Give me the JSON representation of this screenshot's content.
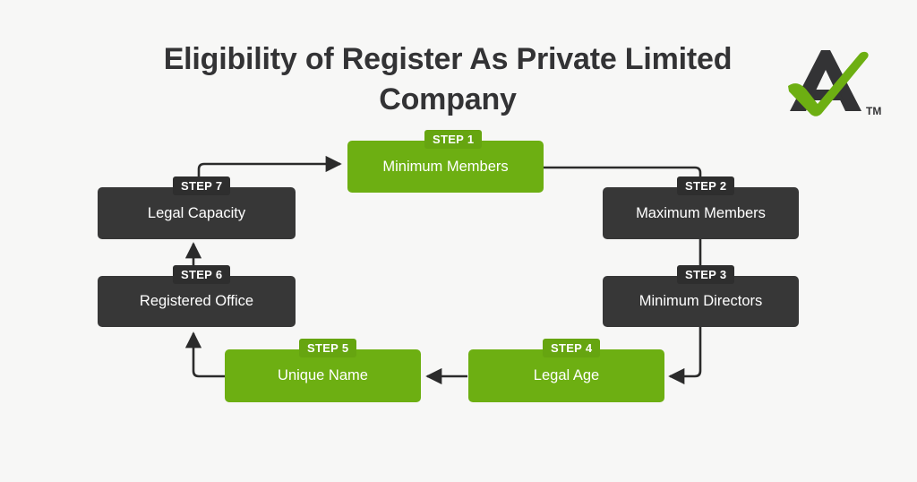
{
  "page": {
    "background_color": "#f7f7f6",
    "title_line1": "Eligibility of Register As Private Limited",
    "title_line2": "Company",
    "title_color": "#333335"
  },
  "logo": {
    "name": "brand-logo",
    "trademark": "TM",
    "dark_color": "#333335",
    "green_color": "#6daf12"
  },
  "palette": {
    "green": "#6daf12",
    "green_badge": "#66a510",
    "dark": "#373737",
    "dark_badge": "#2e2e2e",
    "line": "#2b2b2b"
  },
  "flowchart": {
    "type": "cycle",
    "steps": [
      {
        "id": 1,
        "badge": "STEP 1",
        "label": "Minimum Members",
        "style": "green"
      },
      {
        "id": 2,
        "badge": "STEP 2",
        "label": "Maximum Members",
        "style": "dark"
      },
      {
        "id": 3,
        "badge": "STEP 3",
        "label": "Minimum Directors",
        "style": "dark"
      },
      {
        "id": 4,
        "badge": "STEP 4",
        "label": "Legal Age",
        "style": "green"
      },
      {
        "id": 5,
        "badge": "STEP 5",
        "label": "Unique Name",
        "style": "green"
      },
      {
        "id": 6,
        "badge": "STEP 6",
        "label": "Registered Office",
        "style": "dark"
      },
      {
        "id": 7,
        "badge": "STEP 7",
        "label": "Legal Capacity",
        "style": "dark"
      }
    ],
    "connections": [
      {
        "from": 7,
        "to": 1
      },
      {
        "from": 1,
        "to": 2
      },
      {
        "from": 2,
        "to": 3
      },
      {
        "from": 3,
        "to": 4
      },
      {
        "from": 4,
        "to": 5
      },
      {
        "from": 5,
        "to": 6
      },
      {
        "from": 6,
        "to": 7
      }
    ]
  }
}
